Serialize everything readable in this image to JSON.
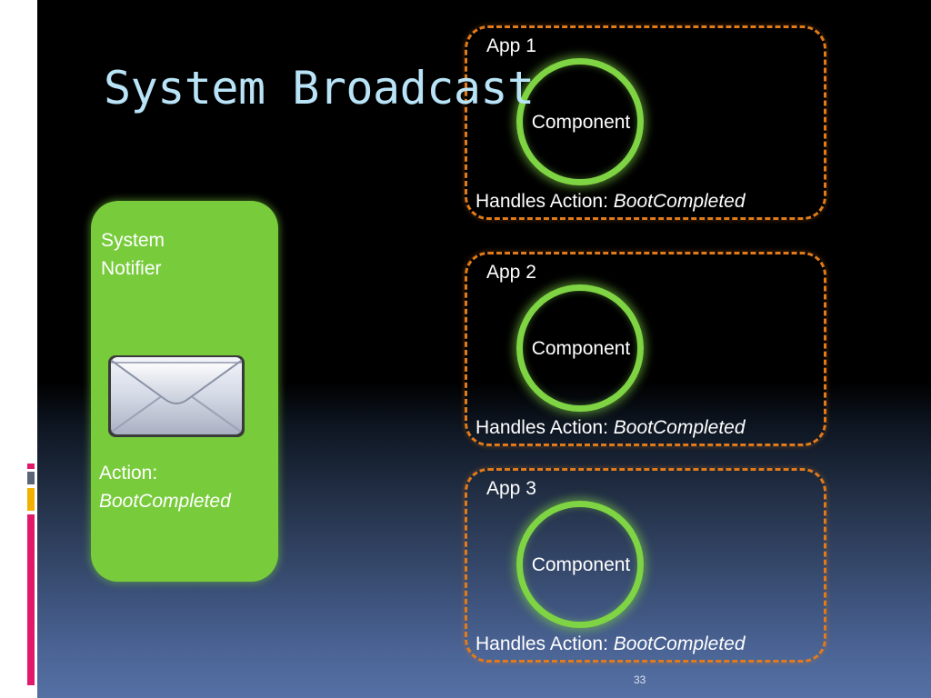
{
  "slide": {
    "title": "System Broadcast",
    "page_number": "33"
  },
  "notifier": {
    "label_line1": "System",
    "label_line2": "Notifier",
    "icon": "envelope-icon",
    "action_label": "Action:",
    "action_value": "BootCompleted"
  },
  "apps": [
    {
      "name": "App 1",
      "component_label": "Component",
      "handles_label": "Handles Action:",
      "handles_value": "BootCompleted"
    },
    {
      "name": "App 2",
      "component_label": "Component",
      "handles_label": "Handles Action:",
      "handles_value": "BootCompleted"
    },
    {
      "name": "App 3",
      "component_label": "Component",
      "handles_label": "Handles Action:",
      "handles_value": "BootCompleted"
    }
  ],
  "colors": {
    "title": "#b9e4f7",
    "notifier_fill": "#78cc3c",
    "component_ring": "#7fd444",
    "app_border": "#e07a1a",
    "accent_pink": "#e0196a",
    "accent_gray": "#5a6577",
    "accent_yellow": "#f2b000"
  }
}
